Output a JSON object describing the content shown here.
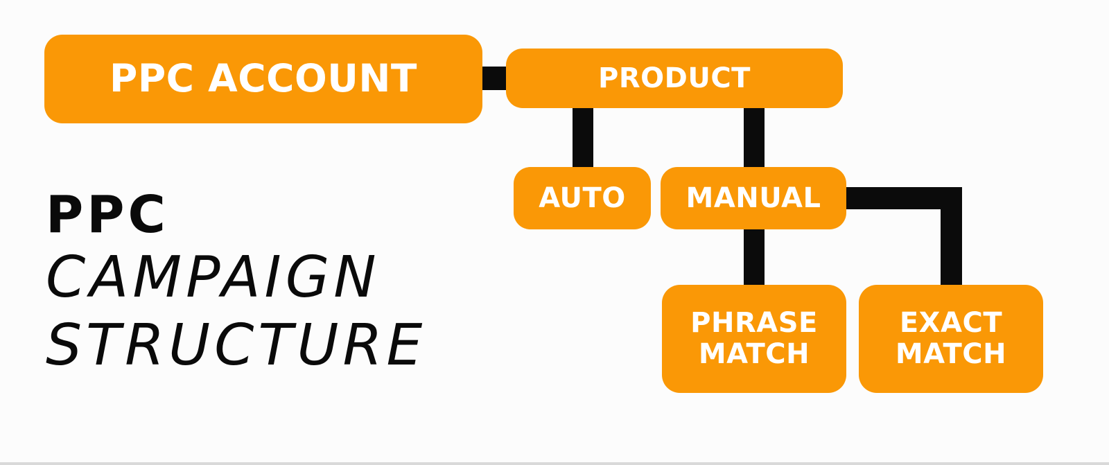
{
  "title": {
    "line1": "PPC",
    "line2": "CAMPAIGN",
    "line3": "STRUCTURE"
  },
  "nodes": {
    "account": "PPC ACCOUNT",
    "product": "PRODUCT",
    "auto": "AUTO",
    "manual": "MANUAL",
    "phrase_match": {
      "line1": "PHRASE",
      "line2": "MATCH"
    },
    "exact_match": {
      "line1": "EXACT",
      "line2": "MATCH"
    }
  },
  "colors": {
    "node_fill": "#fa9806",
    "node_text": "#ffffff",
    "connector": "#0b0b0b",
    "background": "#fcfcfc",
    "title_text": "#0a0a0a"
  }
}
